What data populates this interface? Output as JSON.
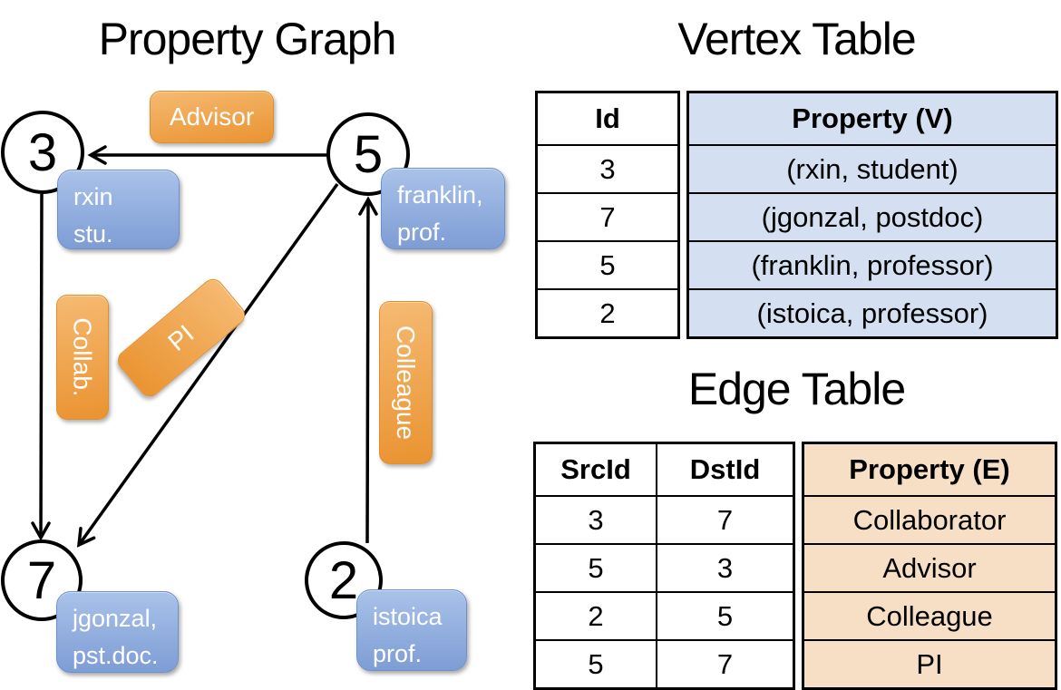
{
  "graph": {
    "title": "Property Graph",
    "nodes": [
      {
        "id": "3",
        "label_lines": [
          "rxin",
          "stu."
        ]
      },
      {
        "id": "5",
        "label_lines": [
          "franklin,",
          "prof."
        ]
      },
      {
        "id": "7",
        "label_lines": [
          "jgonzal,",
          "pst.doc."
        ]
      },
      {
        "id": "2",
        "label_lines": [
          "istoica",
          "prof."
        ]
      }
    ],
    "edge_labels": {
      "advisor": "Advisor",
      "collab": "Collab.",
      "pi": "PI",
      "colleague": "Colleague"
    }
  },
  "vertex_table": {
    "title": "Vertex Table",
    "columns": [
      "Id",
      "Property (V)"
    ],
    "rows": [
      [
        "3",
        "(rxin, student)"
      ],
      [
        "7",
        "(jgonzal, postdoc)"
      ],
      [
        "5",
        "(franklin, professor)"
      ],
      [
        "2",
        "(istoica, professor)"
      ]
    ]
  },
  "edge_table": {
    "title": "Edge Table",
    "columns": [
      "SrcId",
      "DstId",
      "Property (E)"
    ],
    "rows": [
      [
        "3",
        "7",
        "Collaborator"
      ],
      [
        "5",
        "3",
        "Advisor"
      ],
      [
        "2",
        "5",
        "Colleague"
      ],
      [
        "5",
        "7",
        "PI"
      ]
    ]
  },
  "colors": {
    "edge_label_orange": "#ea9331",
    "node_attr_blue": "#7e9dd5",
    "vertex_table_fill": "#d4e0f2",
    "edge_table_fill": "#f6dfc4",
    "line": "#000000"
  }
}
